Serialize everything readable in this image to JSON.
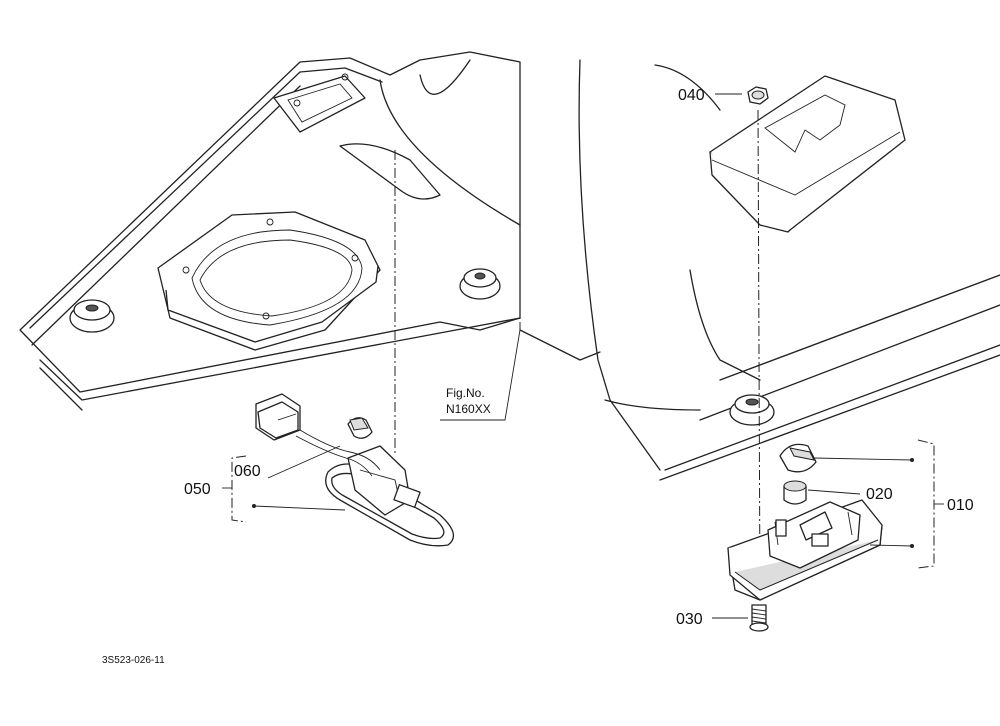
{
  "figure": {
    "fig_no_label": "Fig.No.",
    "fig_no_value": "N160XX",
    "drawing_code": "3S523-026-11"
  },
  "callouts": {
    "p010": "010",
    "p020": "020",
    "p030": "030",
    "p040": "040",
    "p050": "050",
    "p060": "060"
  }
}
